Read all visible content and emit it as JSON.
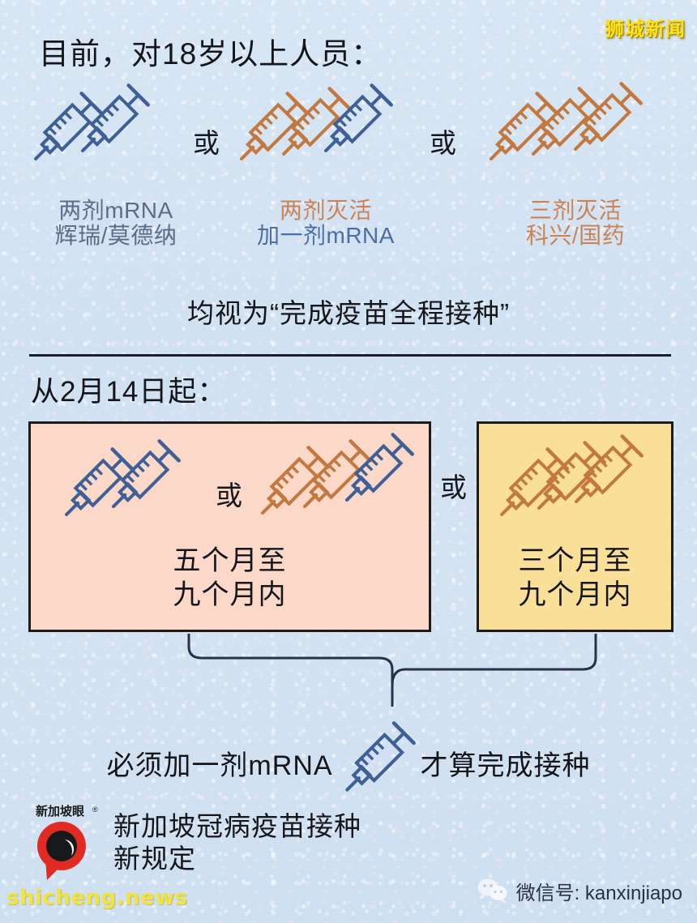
{
  "colors": {
    "background": "#cfe1f2",
    "blue": "#3f6096",
    "orange": "#c2783f",
    "pink_box": "#fbd8c7",
    "yellow_box": "#fadf99",
    "text_dark": "#14161b",
    "watermark_yellow": "#ffe11a",
    "logo_red": "#e02b22"
  },
  "watermarks": {
    "top_right": "狮城新闻",
    "bottom_left": "shicheng.news"
  },
  "header": {
    "title": "目前，对18岁以上人员："
  },
  "current_options": [
    {
      "id": "two-dose-mrna",
      "syringes": [
        "blue",
        "blue"
      ],
      "caption_line1": "两剂mRNA",
      "caption_line1_color": "blue",
      "caption_line2": "辉瑞/莫德纳",
      "caption_line2_color": "blue",
      "separator_after": "或"
    },
    {
      "id": "two-inactivated-plus-mrna",
      "syringes": [
        "orange",
        "orange",
        "blue"
      ],
      "caption_line1": "两剂灭活",
      "caption_line1_color": "orange",
      "caption_line2": "加一剂mRNA",
      "caption_line2_color": "blue",
      "separator_after": "或"
    },
    {
      "id": "three-inactivated",
      "syringes": [
        "orange",
        "orange",
        "orange"
      ],
      "caption_line1": "三剂灭活",
      "caption_line1_color": "orange",
      "caption_line2": "科兴/国药",
      "caption_line2_color": "orange",
      "separator_after": ""
    }
  ],
  "conclusion_top": "均视为“完成疫苗全程接种”",
  "effective_date_label": "从2月14日起：",
  "new_rule_boxes": [
    {
      "id": "pink-box",
      "style": "pink",
      "groups": [
        {
          "syringes": [
            "blue",
            "blue"
          ]
        },
        {
          "syringes": [
            "orange",
            "orange",
            "blue"
          ]
        }
      ],
      "inner_separator": "或",
      "caption_line1": "五个月至",
      "caption_line2": "九个月内"
    },
    {
      "id": "yellow-box",
      "style": "yellow",
      "groups": [
        {
          "syringes": [
            "orange",
            "orange",
            "orange"
          ]
        }
      ],
      "inner_separator": "",
      "caption_line1": "三个月至",
      "caption_line2": "九个月内"
    }
  ],
  "between_boxes_separator": "或",
  "footer_statement": {
    "left_text": "必须加一剂mRNA",
    "icon": "syringe-blue",
    "right_text": "才算完成接种"
  },
  "brand": {
    "logo_text": "新加坡眼",
    "logo_mark": "®",
    "title_line1": "新加坡冠病疫苗接种",
    "title_line2": "新规定"
  },
  "wechat": {
    "icon": "wechat-icon",
    "label": "微信号: kanxinjiapo"
  }
}
